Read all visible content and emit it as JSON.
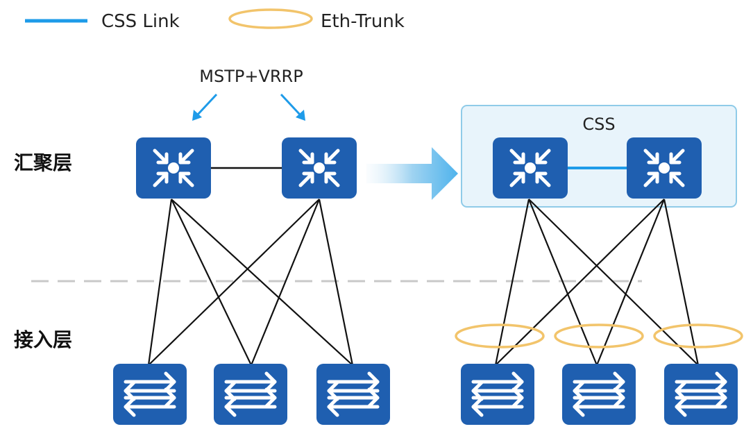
{
  "legend": {
    "css_link_label": "CSS Link",
    "eth_trunk_label": "Eth-Trunk"
  },
  "labels": {
    "protocol": "MSTP+VRRP",
    "css": "CSS",
    "aggregation_layer": "汇聚层",
    "access_layer": "接入层"
  },
  "icons": {
    "core_switch": "core-switch-icon",
    "access_switch": "access-switch-icon",
    "transition_arrow": "transition-arrow-icon"
  },
  "colors": {
    "device_blue": "#1f5fb0",
    "css_link": "#1e9be9",
    "eth_trunk": "#f2c46b",
    "css_box_fill": "#e8f4fb",
    "css_box_border": "#8fcbe8",
    "annotation_arrow": "#1e9be9",
    "divider": "#c8c8c8"
  }
}
